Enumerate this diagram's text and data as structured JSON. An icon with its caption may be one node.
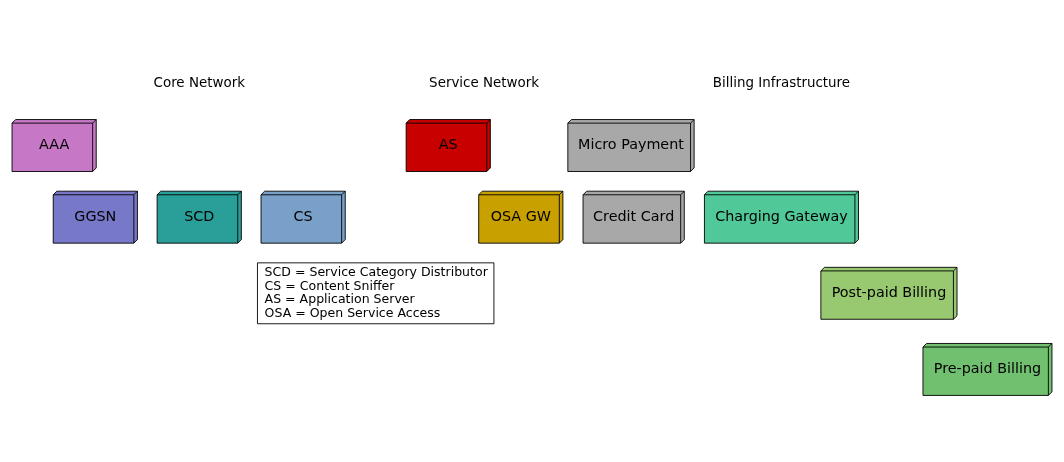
{
  "diagram": {
    "nodes": [
      {
        "text": [
          "AAA"
        ]
      },
      {
        "text": [
          "GGSN"
        ]
      },
      {
        "text": [
          "SCD"
        ]
      },
      {
        "text": [
          "CS"
        ]
      },
      {
        "text": [
          "AS"
        ]
      },
      {
        "text": [
          "OSA GW"
        ]
      },
      {
        "text": [
          "Micro Payment"
        ]
      },
      {
        "text": [
          "Credit Card"
        ]
      },
      {
        "text": [
          "Charging Gateway"
        ]
      },
      {
        "text": [
          "Post-paid Billing"
        ]
      },
      {
        "text": [
          "Pre-paid Billing"
        ]
      },
      {
        "text": [
          "SCD = Service Category Distributor",
          "CS = Content Sniffer",
          "AS = Application Server",
          "OSA = Open Service Access"
        ]
      }
    ],
    "edges": [],
    "labels": [
      "Core Network",
      "Service Network",
      "Billing Infrastructure"
    ]
  }
}
